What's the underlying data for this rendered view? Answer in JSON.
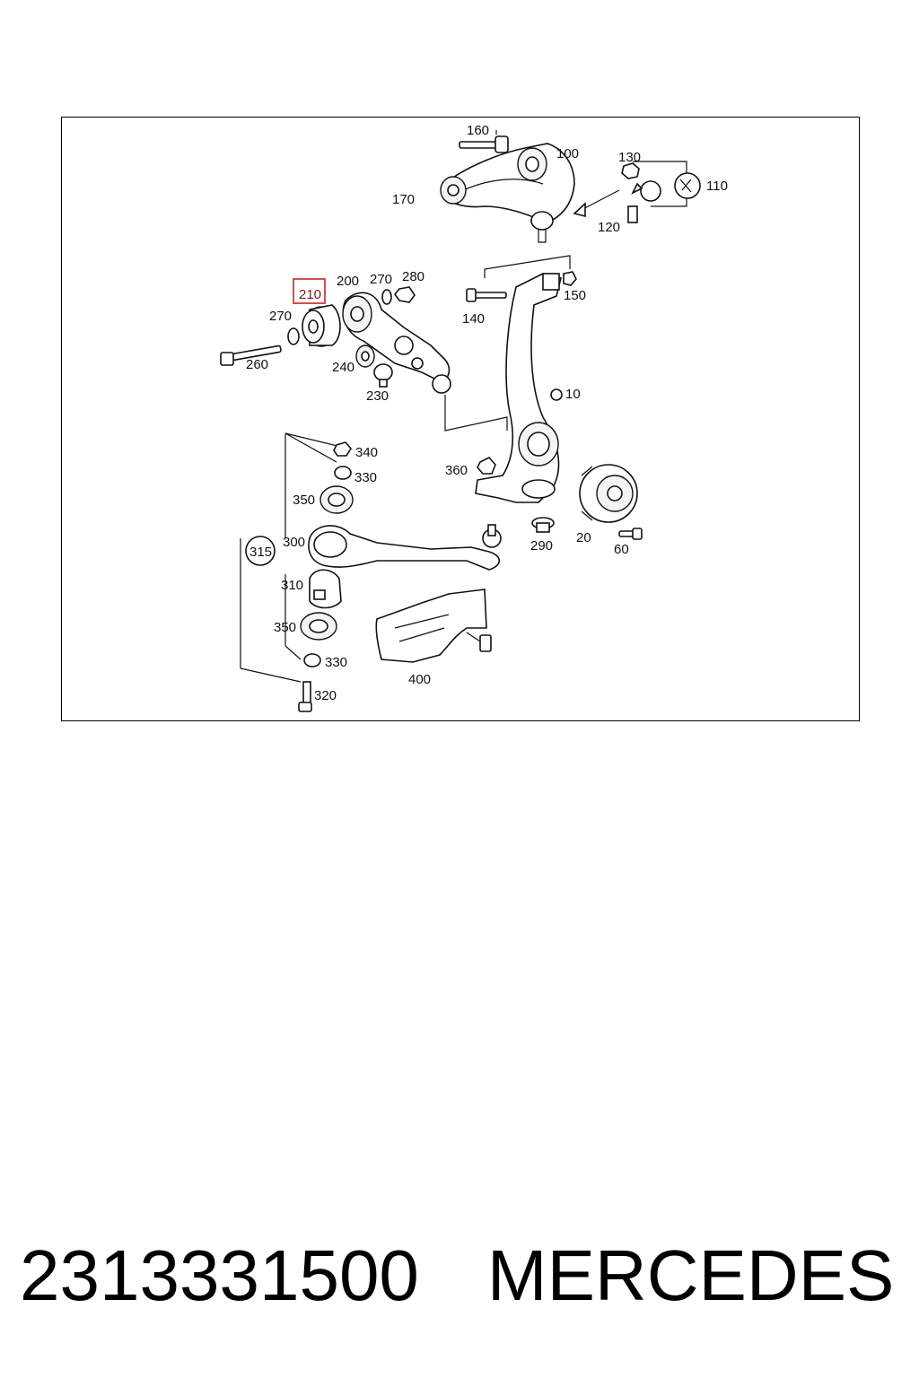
{
  "footer": {
    "part_number": "2313331500",
    "brand": "MERCEDES"
  },
  "diagram": {
    "highlighted_label": "210",
    "highlight_color": "#d23b3b",
    "callouts": {
      "c160": "160",
      "c100": "100",
      "c130": "130",
      "c110": "110",
      "c170": "170",
      "c120": "120",
      "c200": "200",
      "c270a": "270",
      "c280": "280",
      "c270b": "270",
      "c260": "260",
      "c240": "240",
      "c230": "230",
      "c140": "140",
      "c150": "150",
      "c10": "10",
      "c340": "340",
      "c330a": "330",
      "c350a": "350",
      "c360": "360",
      "c315": "315",
      "c300": "300",
      "c310": "310",
      "c350b": "350",
      "c330b": "330",
      "c320": "320",
      "c400": "400",
      "c290": "290",
      "c20": "20",
      "c60": "60"
    }
  }
}
